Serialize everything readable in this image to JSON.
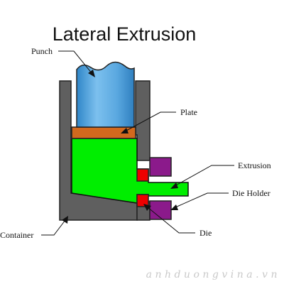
{
  "title": "Lateral Extrusion",
  "labels": {
    "punch": "Punch",
    "plate": "Plate",
    "extrusion": "Extrusion",
    "die_holder": "Die Holder",
    "container": "Container",
    "die": "Die"
  },
  "watermark": "anhduongvina.vn",
  "colors": {
    "punch": "#5aa8e0",
    "plate": "#d2691e",
    "workpiece": "#00ee00",
    "container": "#5f5f5f",
    "die_holder": "#8b1a8b",
    "die": "#ee0000"
  }
}
